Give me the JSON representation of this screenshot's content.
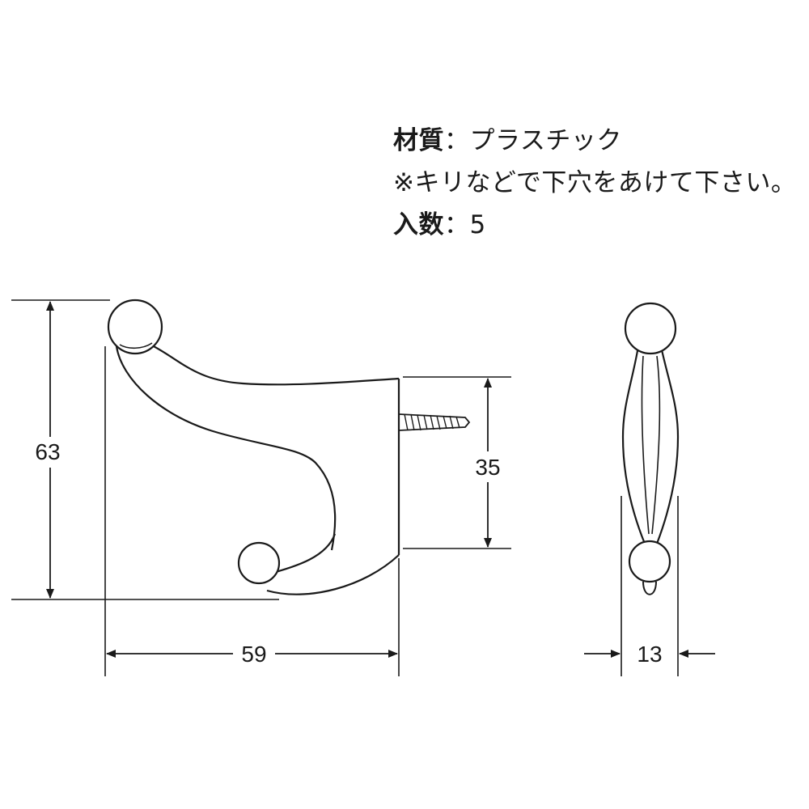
{
  "specs": {
    "material_key": "材質",
    "separator": "：",
    "material_value": "プラスチック",
    "note": "※キリなどで下穴をあけて下さい。",
    "quantity_key": "入数",
    "quantity_separator": "：",
    "quantity_value": "5"
  },
  "dimensions": {
    "height": "63",
    "width": "59",
    "mount_height": "35",
    "depth": "13"
  }
}
